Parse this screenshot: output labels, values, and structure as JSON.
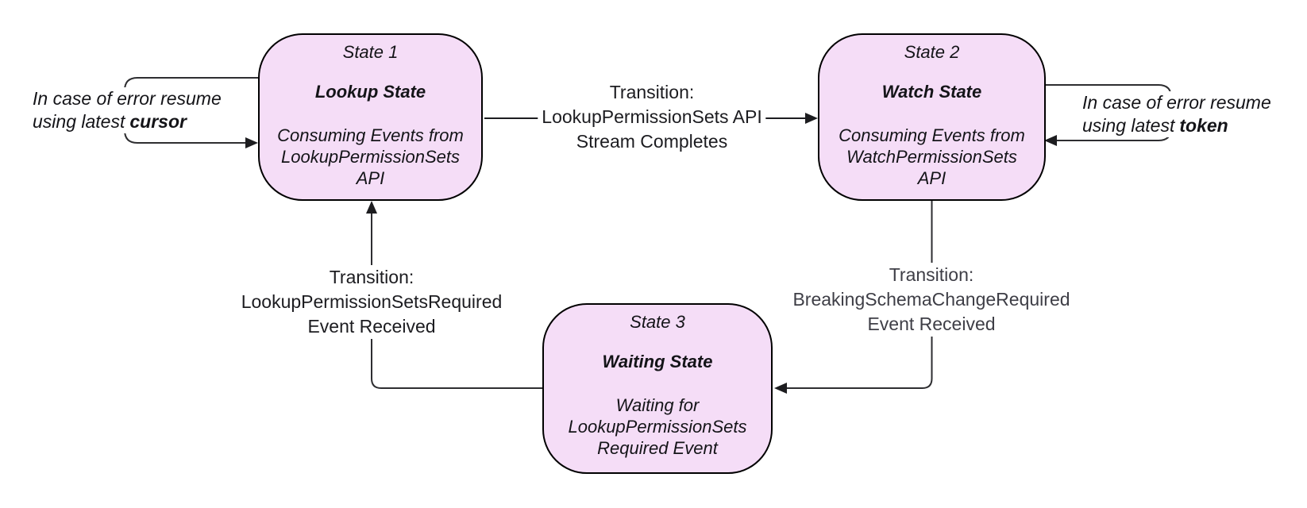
{
  "diagram": {
    "background": "#FFFFFF",
    "colors": {
      "state_fill": "#F5DDF7",
      "state_border": "#000000",
      "connector": "#2E2E31",
      "label_text": "#1C1C20",
      "muted_label_text": "#3E3E46"
    },
    "states": [
      {
        "title": "State 1",
        "name": "Lookup State",
        "body_lines": [
          "Consuming Events from",
          "LookupPermissionSets",
          "API"
        ]
      },
      {
        "title": "State 2",
        "name": "Watch State",
        "body_lines": [
          "Consuming Events from",
          "WatchPermissionSets",
          "API"
        ]
      },
      {
        "title": "State 3",
        "name": "Waiting State",
        "body_lines": [
          "Waiting for",
          "LookupPermissionSets",
          "Required Event"
        ]
      }
    ],
    "transitions": [
      {
        "from": "State 1",
        "to": "State 2",
        "lines": [
          "Transition:",
          "LookupPermissionSets API",
          "Stream Completes"
        ]
      },
      {
        "from": "State 2",
        "to": "State 3",
        "lines": [
          "Transition:",
          "BreakingSchemaChangeRequired",
          "Event Received"
        ]
      },
      {
        "from": "State 3",
        "to": "State 1",
        "lines": [
          "Transition:",
          "LookupPermissionSetsRequired",
          "Event Received"
        ]
      }
    ],
    "error_loops": [
      {
        "state": "State 1",
        "line1": "In case of error resume",
        "line2_prefix": "using latest",
        "keyword": "cursor"
      },
      {
        "state": "State 2",
        "line1": "In case of error resume",
        "line2_prefix": "using latest",
        "keyword": "token"
      }
    ]
  }
}
